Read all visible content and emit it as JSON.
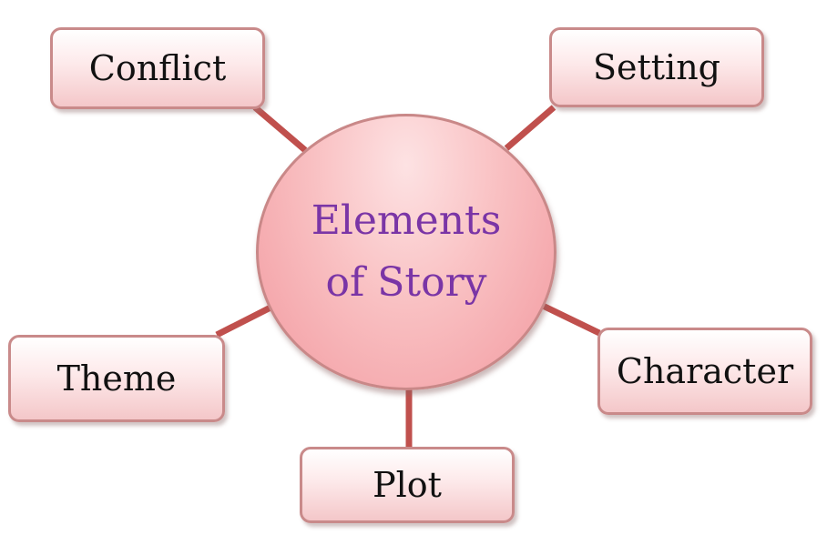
{
  "diagram": {
    "center": {
      "line1": "Elements",
      "line2": "of Story"
    },
    "nodes": {
      "conflict": "Conflict",
      "setting": "Setting",
      "theme": "Theme",
      "character": "Character",
      "plot": "Plot"
    }
  },
  "colors": {
    "connector": "#c0504d",
    "center_text": "#7a35a6",
    "node_border": "#c98a8a",
    "node_fill": "#fde9ea",
    "circle_fill": "#f9c0c2"
  }
}
